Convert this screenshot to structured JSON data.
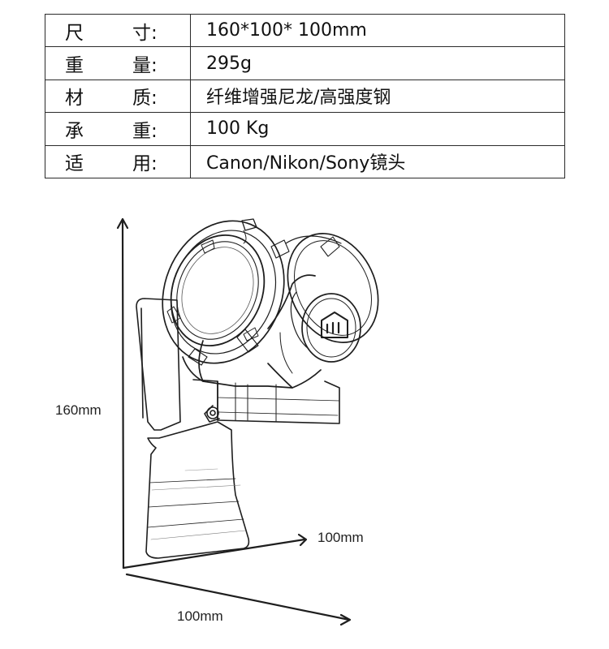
{
  "specs": [
    {
      "label_a": "尺",
      "label_b": "寸:",
      "value": "160*100* 100mm"
    },
    {
      "label_a": "重",
      "label_b": "量:",
      "value": "295g"
    },
    {
      "label_a": "材",
      "label_b": "质:",
      "value": "纤维增强尼龙/高强度钢"
    },
    {
      "label_a": "承",
      "label_b": "重:",
      "value": "100 Kg"
    },
    {
      "label_a": "适",
      "label_b": "用:",
      "value": "Canon/Nikon/Sony镜头"
    }
  ],
  "dimensions": {
    "height": "160mm",
    "depth": "100mm",
    "width": "100mm"
  }
}
